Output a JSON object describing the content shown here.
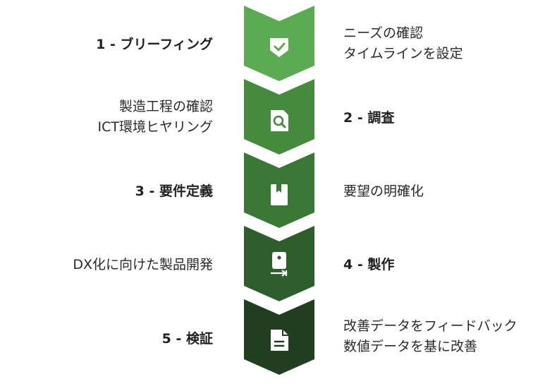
{
  "colors": {
    "step1": "#5aab52",
    "step2": "#458b3e",
    "step3": "#3a7835",
    "step4": "#2e5e2c",
    "step5": "#213f20",
    "icon": "#ffffff"
  },
  "steps": [
    {
      "title": "1 - ブリーフィング",
      "title_side": "left",
      "description": [
        "ニーズの確認",
        "タイムラインを設定"
      ],
      "icon": "shield-check-icon"
    },
    {
      "title": "2 - 調査",
      "title_side": "right",
      "description": [
        "製造工程の確認",
        "ICT環境ヒヤリング"
      ],
      "icon": "document-search-icon"
    },
    {
      "title": "3 - 要件定義",
      "title_side": "left",
      "description": [
        "要望の明確化"
      ],
      "icon": "bookmark-card-icon"
    },
    {
      "title": "4 - 製作",
      "title_side": "right",
      "description": [
        "DX化に向けた製品開発"
      ],
      "icon": "device-transfer-icon"
    },
    {
      "title": "5 - 検証",
      "title_side": "left",
      "description": [
        "改善データをフィードバック",
        "数値データを基に改善"
      ],
      "icon": "document-lines-icon"
    }
  ]
}
